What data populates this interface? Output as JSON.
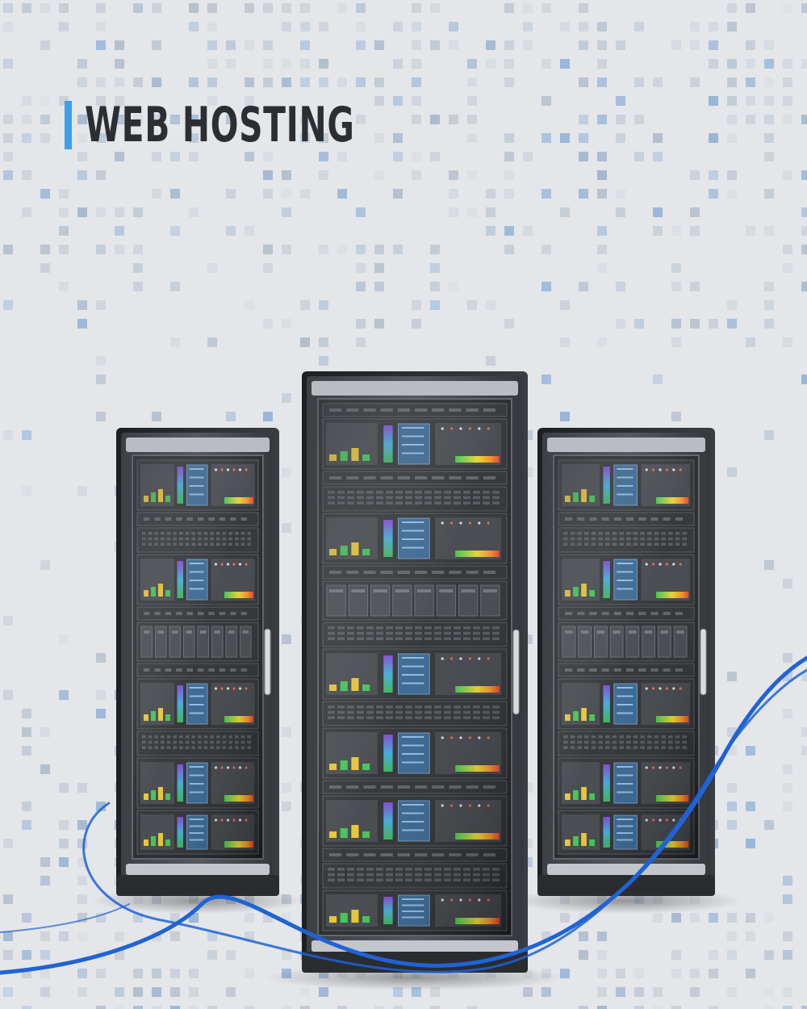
{
  "hero": {
    "title": "WEB HOSTING"
  },
  "colors": {
    "background": "#e4e6ea",
    "accent": "#3f9fe8",
    "title": "#2b2e33",
    "cable": "#1f63d6",
    "rack_body": "#2b2d31",
    "rack_frame": "#4a4d52"
  },
  "illustration": {
    "subject": "server-racks",
    "rack_count": 3
  }
}
